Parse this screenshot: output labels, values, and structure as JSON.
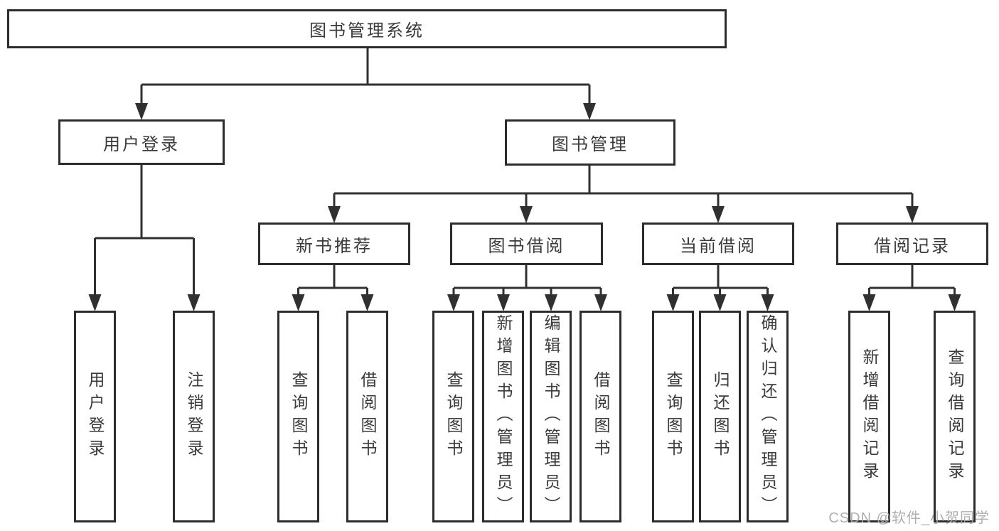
{
  "tree": {
    "root": "图书管理系统",
    "branches": [
      {
        "label": "用户登录",
        "children": [
          "用户登录",
          "注销登录"
        ]
      },
      {
        "label": "图书管理",
        "groups": [
          {
            "label": "新书推荐",
            "children": [
              "查询图书",
              "借阅图书"
            ]
          },
          {
            "label": "图书借阅",
            "children": [
              "查询图书",
              "新增图书（管理员）",
              "编辑图书（管理员）",
              "借阅图书"
            ]
          },
          {
            "label": "当前借阅",
            "children": [
              "查询图书",
              "归还图书",
              "确认归还（管理员）"
            ]
          },
          {
            "label": "借阅记录",
            "children": [
              "新增借阅记录",
              "查询借阅记录"
            ]
          }
        ]
      }
    ]
  },
  "watermark": "CSDN @软件_小贺同学",
  "colors": {
    "line": "#303030",
    "box_border": "#2d2d2d",
    "text": "#3a3a3a",
    "watermark": "#a8a8a8",
    "background": "#ffffff"
  }
}
